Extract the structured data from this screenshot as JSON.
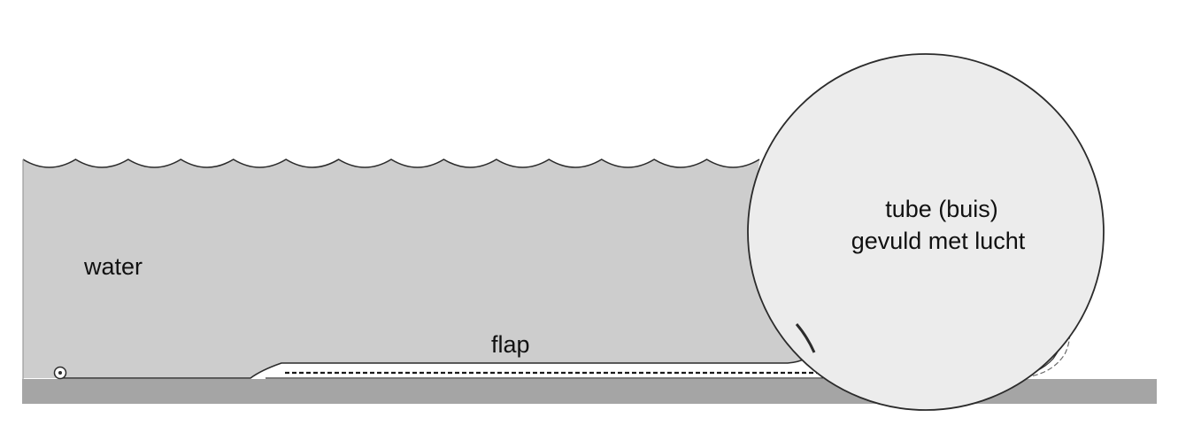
{
  "labels": {
    "water": "water",
    "flap": "flap",
    "tube_line1": "tube (buis)",
    "tube_line2": "gevuld met lucht"
  },
  "colors": {
    "water": "#cdcdcd",
    "ground": "#a5a5a5",
    "tube_fill": "#ececec",
    "outline": "#2b2b2b",
    "background": "#ffffff"
  }
}
